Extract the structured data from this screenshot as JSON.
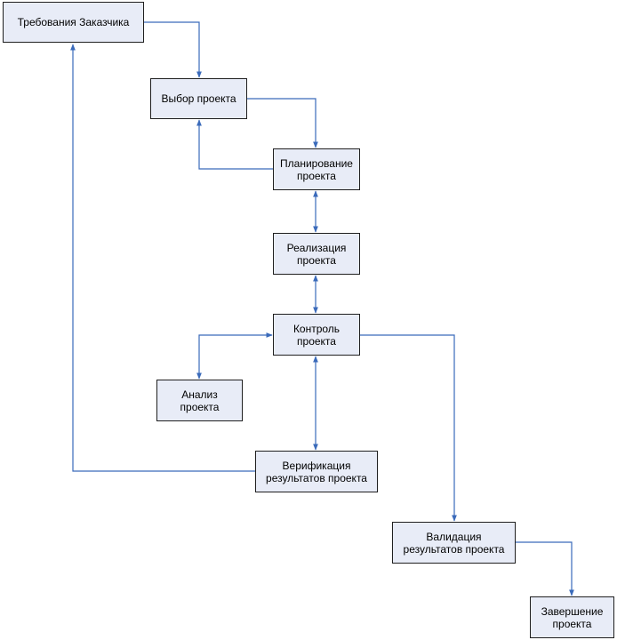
{
  "colors": {
    "node_fill": "#e8ecf7",
    "node_border": "#1f1f1f",
    "connector": "#3a6aba"
  },
  "nodes": {
    "customer_requirements": "Требования Заказчика",
    "project_selection": "Выбор проекта",
    "project_planning": "Планирование\nпроекта",
    "project_implementation": "Реализация\nпроекта",
    "project_control": "Контроль\nпроекта",
    "project_analysis": "Анализ\nпроекта",
    "results_verification": "Верификация\nрезультатов проекта",
    "results_validation": "Валидация\nрезультатов проекта",
    "project_completion": "Завершение\nпроекта"
  }
}
